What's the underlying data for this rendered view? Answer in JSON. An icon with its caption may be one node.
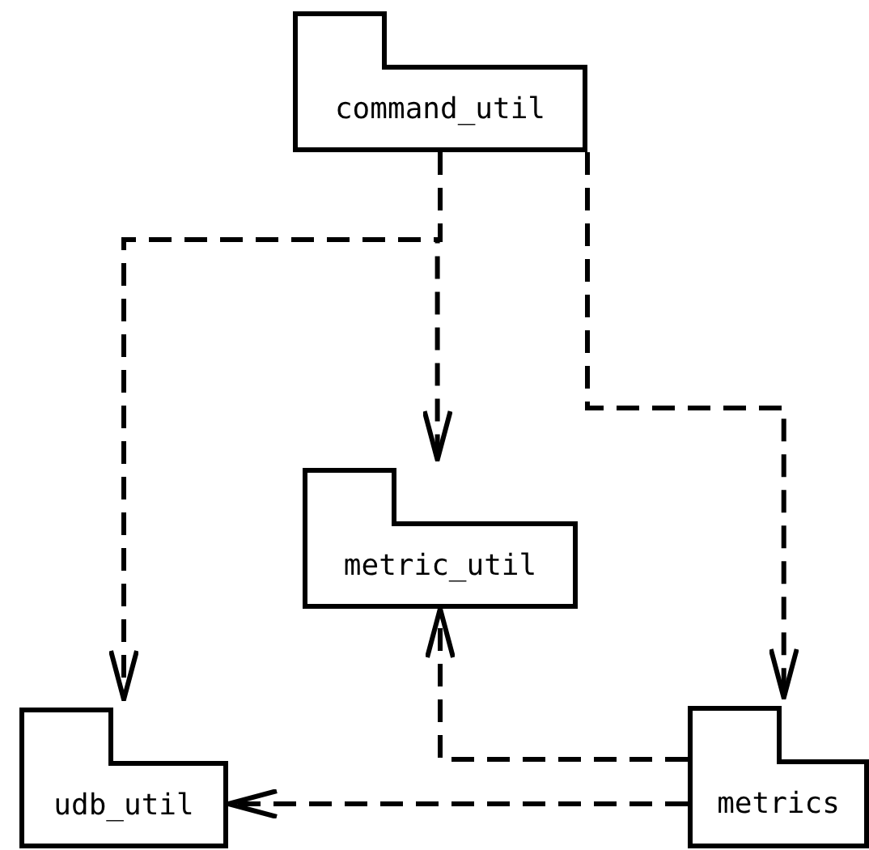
{
  "diagram": {
    "nodes": [
      {
        "text": [
          "command_util"
        ]
      },
      {
        "text": [
          "metric_util"
        ]
      },
      {
        "text": [
          "udb_util"
        ]
      },
      {
        "text": [
          "metrics"
        ]
      }
    ],
    "edges": [
      {
        "from": 0,
        "to": 1,
        "arrow": "to",
        "style": "dashed"
      },
      {
        "from": 0,
        "to": 2,
        "arrow": "to",
        "style": "dashed"
      },
      {
        "from": 0,
        "to": 3,
        "arrow": "to",
        "style": "dashed"
      },
      {
        "from": 3,
        "to": 1,
        "arrow": "to",
        "style": "dashed"
      },
      {
        "from": 3,
        "to": 2,
        "arrow": "to",
        "style": "dashed"
      }
    ]
  }
}
